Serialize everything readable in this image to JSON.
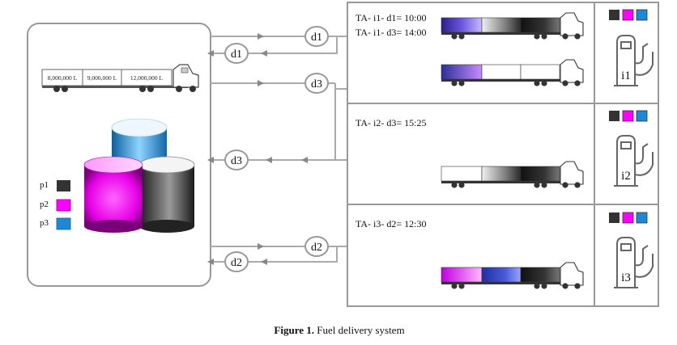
{
  "depot": {
    "tanker_compartments": [
      "8,000,000 L",
      "9,000,000 L",
      "12,000,000 L"
    ],
    "legend": [
      {
        "label": "p1",
        "color": "#333333"
      },
      {
        "label": "p2",
        "color": "#ff00ff"
      },
      {
        "label": "p3",
        "color": "#1e88d8"
      }
    ]
  },
  "routes": [
    {
      "label": "d1",
      "direction": "out"
    },
    {
      "label": "d1",
      "direction": "in"
    },
    {
      "label": "d3",
      "direction": "out"
    },
    {
      "label": "d3",
      "direction": "in"
    },
    {
      "label": "d2",
      "direction": "out"
    },
    {
      "label": "d2",
      "direction": "in"
    }
  ],
  "stations": [
    {
      "id": "i1",
      "arrivals": [
        "TA- i1- d1= 10:00",
        "TA- i1- d3= 14:00"
      ]
    },
    {
      "id": "i2",
      "arrivals": [
        "TA- i2- d3= 15:25"
      ]
    },
    {
      "id": "i3",
      "arrivals": [
        "TA- i3- d2= 12:30"
      ]
    }
  ],
  "caption": {
    "bold": "Figure 1.",
    "text": " Fuel delivery system"
  }
}
